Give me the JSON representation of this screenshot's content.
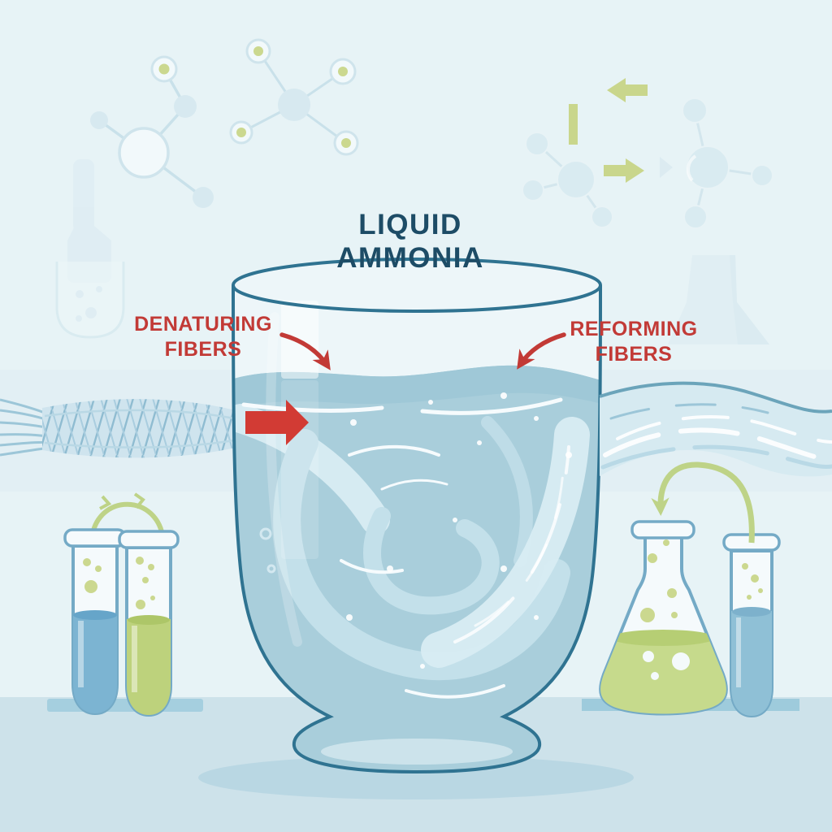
{
  "title": {
    "line1": "LIQUID",
    "line2": "AMMONIA"
  },
  "labels": {
    "denaturing": {
      "line1": "DENATURING",
      "line2": "FIBERS"
    },
    "reforming": {
      "line1": "REFORMING",
      "line2": "FIBERS"
    }
  },
  "colors": {
    "background": "#e7f3f6",
    "midBand": "#e2eff4",
    "tableBand": "#cde2ea",
    "shadow": "#b9d7e3",
    "title": "#1d4c66",
    "labelRed": "#c23a36",
    "red": "#d23b34",
    "beakerOutline": "#2f7391",
    "glass": "#edf6f9",
    "liquid": "#a9cedb",
    "liquidSurface": "#9fc8d7",
    "swirl": "#c3e0ea",
    "stream": "#d8ecf3",
    "streak": "#f6fbfd",
    "fiberThread": "#9cc6d8",
    "fiberBase": "#cfe4ee",
    "ribbonFill": "#d6eaf1",
    "ribbonEdge": "#6ba4ba",
    "vesselOutline": "#74aac6",
    "vesselFill": "#f5fafc",
    "blueLiquid": "#7cb4d2",
    "blueLiquidLip": "#66a5c9",
    "greenLiquid": "#bdd27c",
    "greenLiquidLip": "#adc668",
    "flaskLiquid": "#c6da8c",
    "flaskLiquidLip": "#b6ce74",
    "oliveArrow": "#c9d68c",
    "oliveDot": "#cbd88f",
    "greenTube": "#bed387",
    "moleculeFill": "#d7e9f0",
    "moleculeOpen": "#f2f9fb",
    "moleculeStroke": "#cfe4ec",
    "bond": "#c9e1ea",
    "watermark": "#dcebf2",
    "shelfLeft": "#a5cfdf",
    "shelfRight": "#9ecbdc"
  }
}
